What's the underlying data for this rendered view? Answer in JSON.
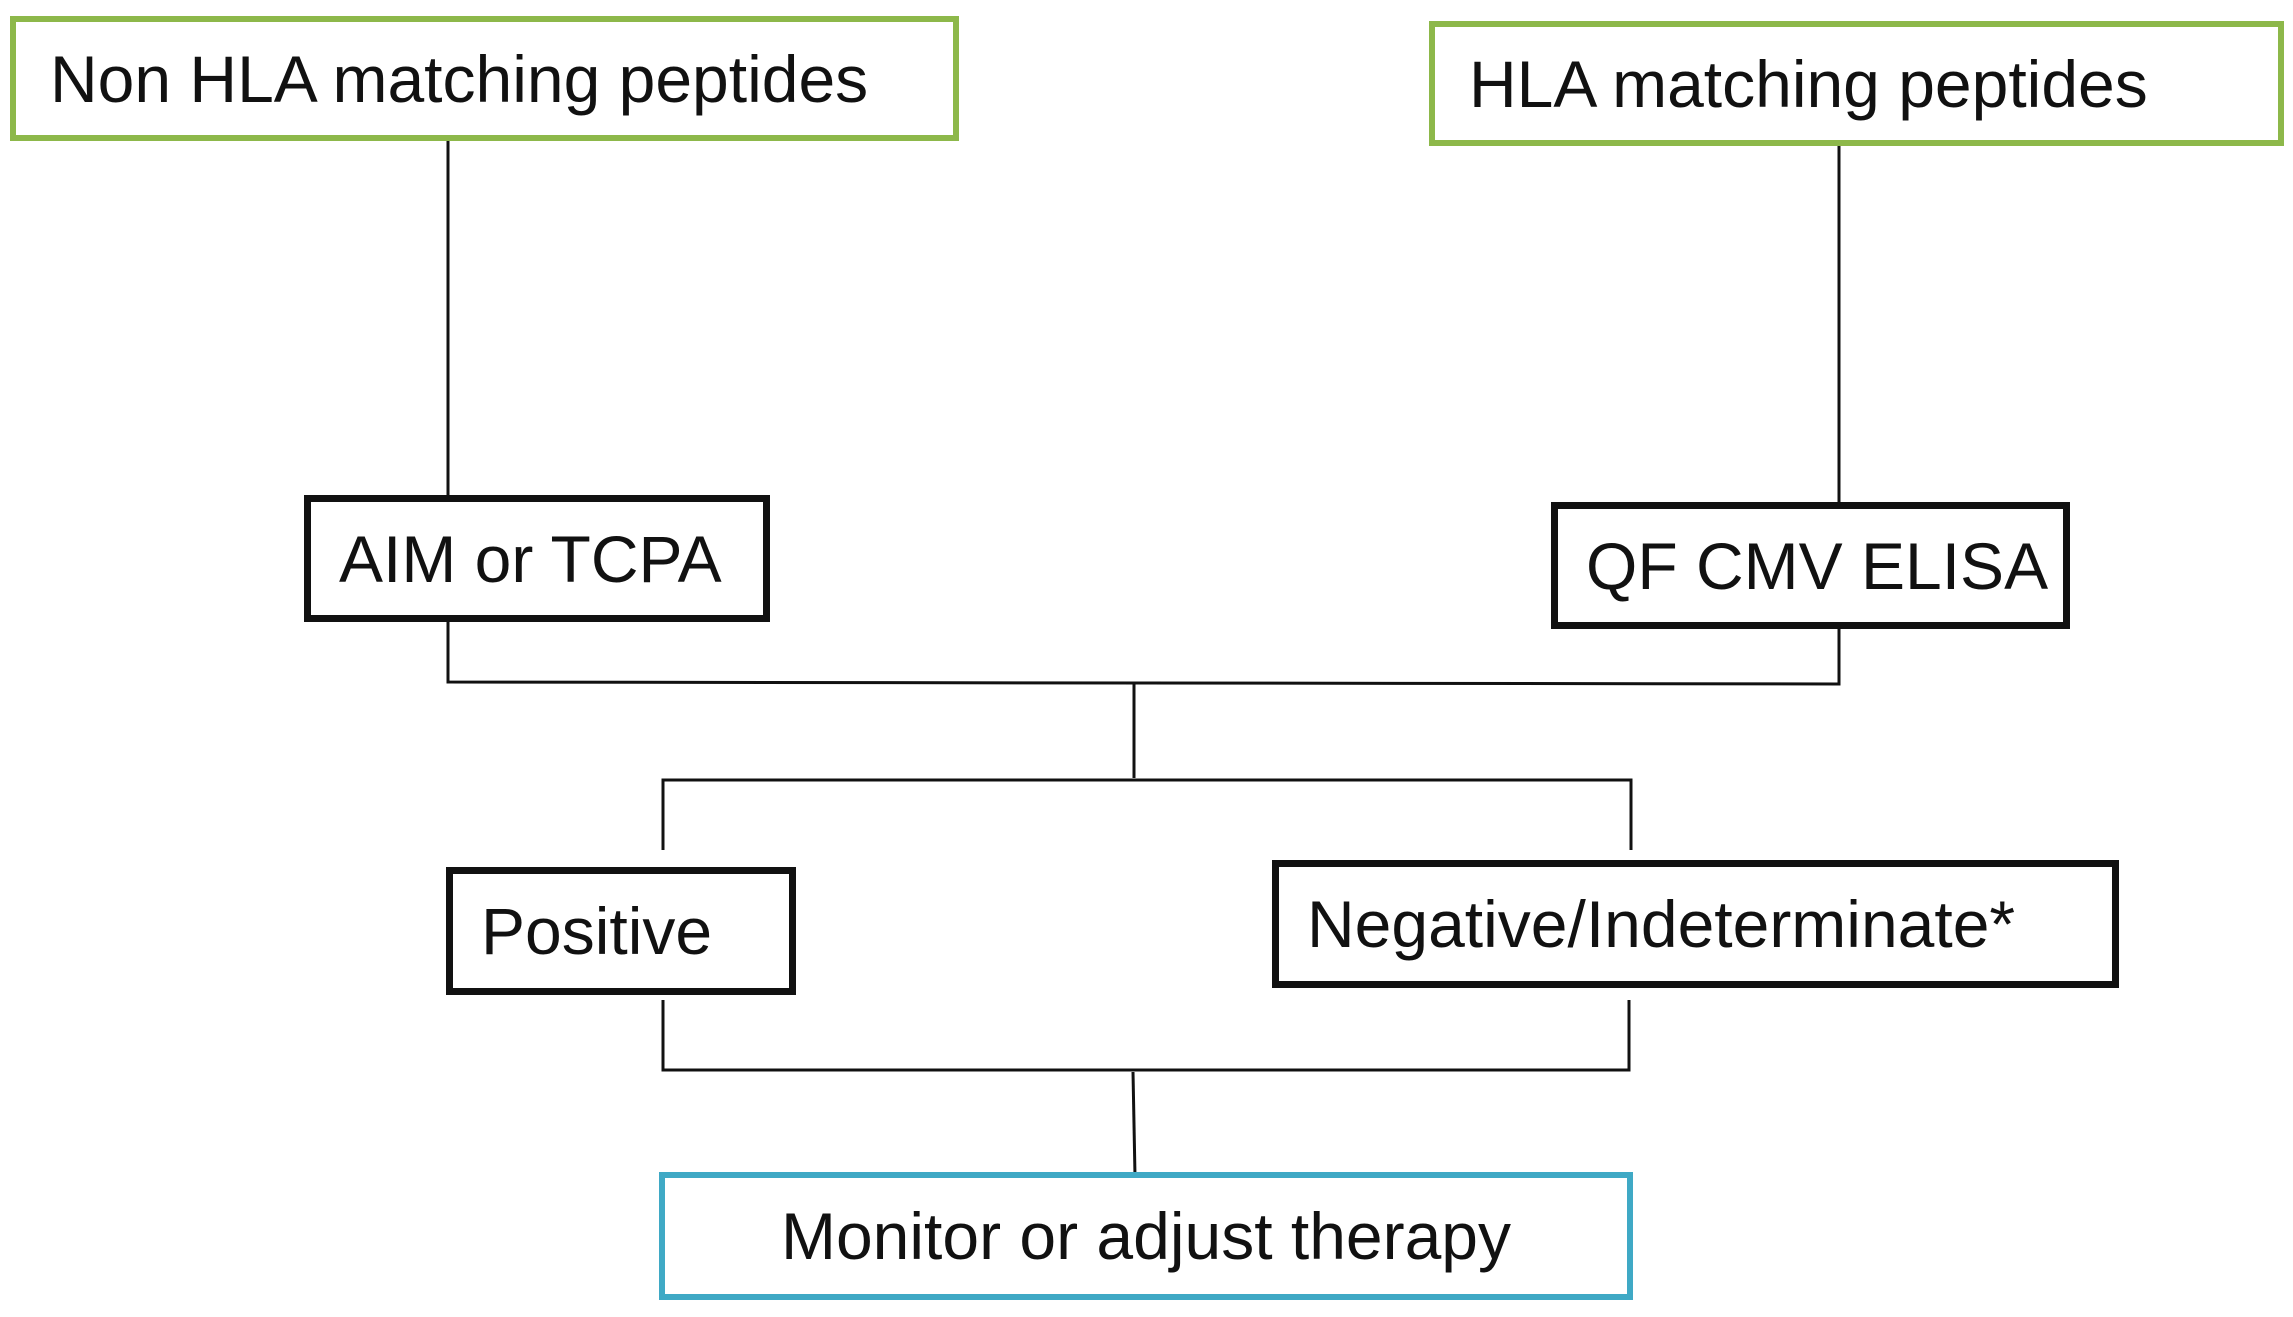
{
  "diagram": {
    "nodes": {
      "non_hla": "Non HLA matching peptides",
      "hla": "HLA matching peptides",
      "aim_tcpa": "AIM or TCPA",
      "qf_cmv": "QF CMV ELISA",
      "positive": "Positive",
      "negative": "Negative/Indeterminate*",
      "monitor": "Monitor or adjust therapy"
    },
    "colors": {
      "top_border": "#8db84a",
      "result_border": "#3fa9c5",
      "box_border": "#111111",
      "connector": "#111111"
    }
  }
}
